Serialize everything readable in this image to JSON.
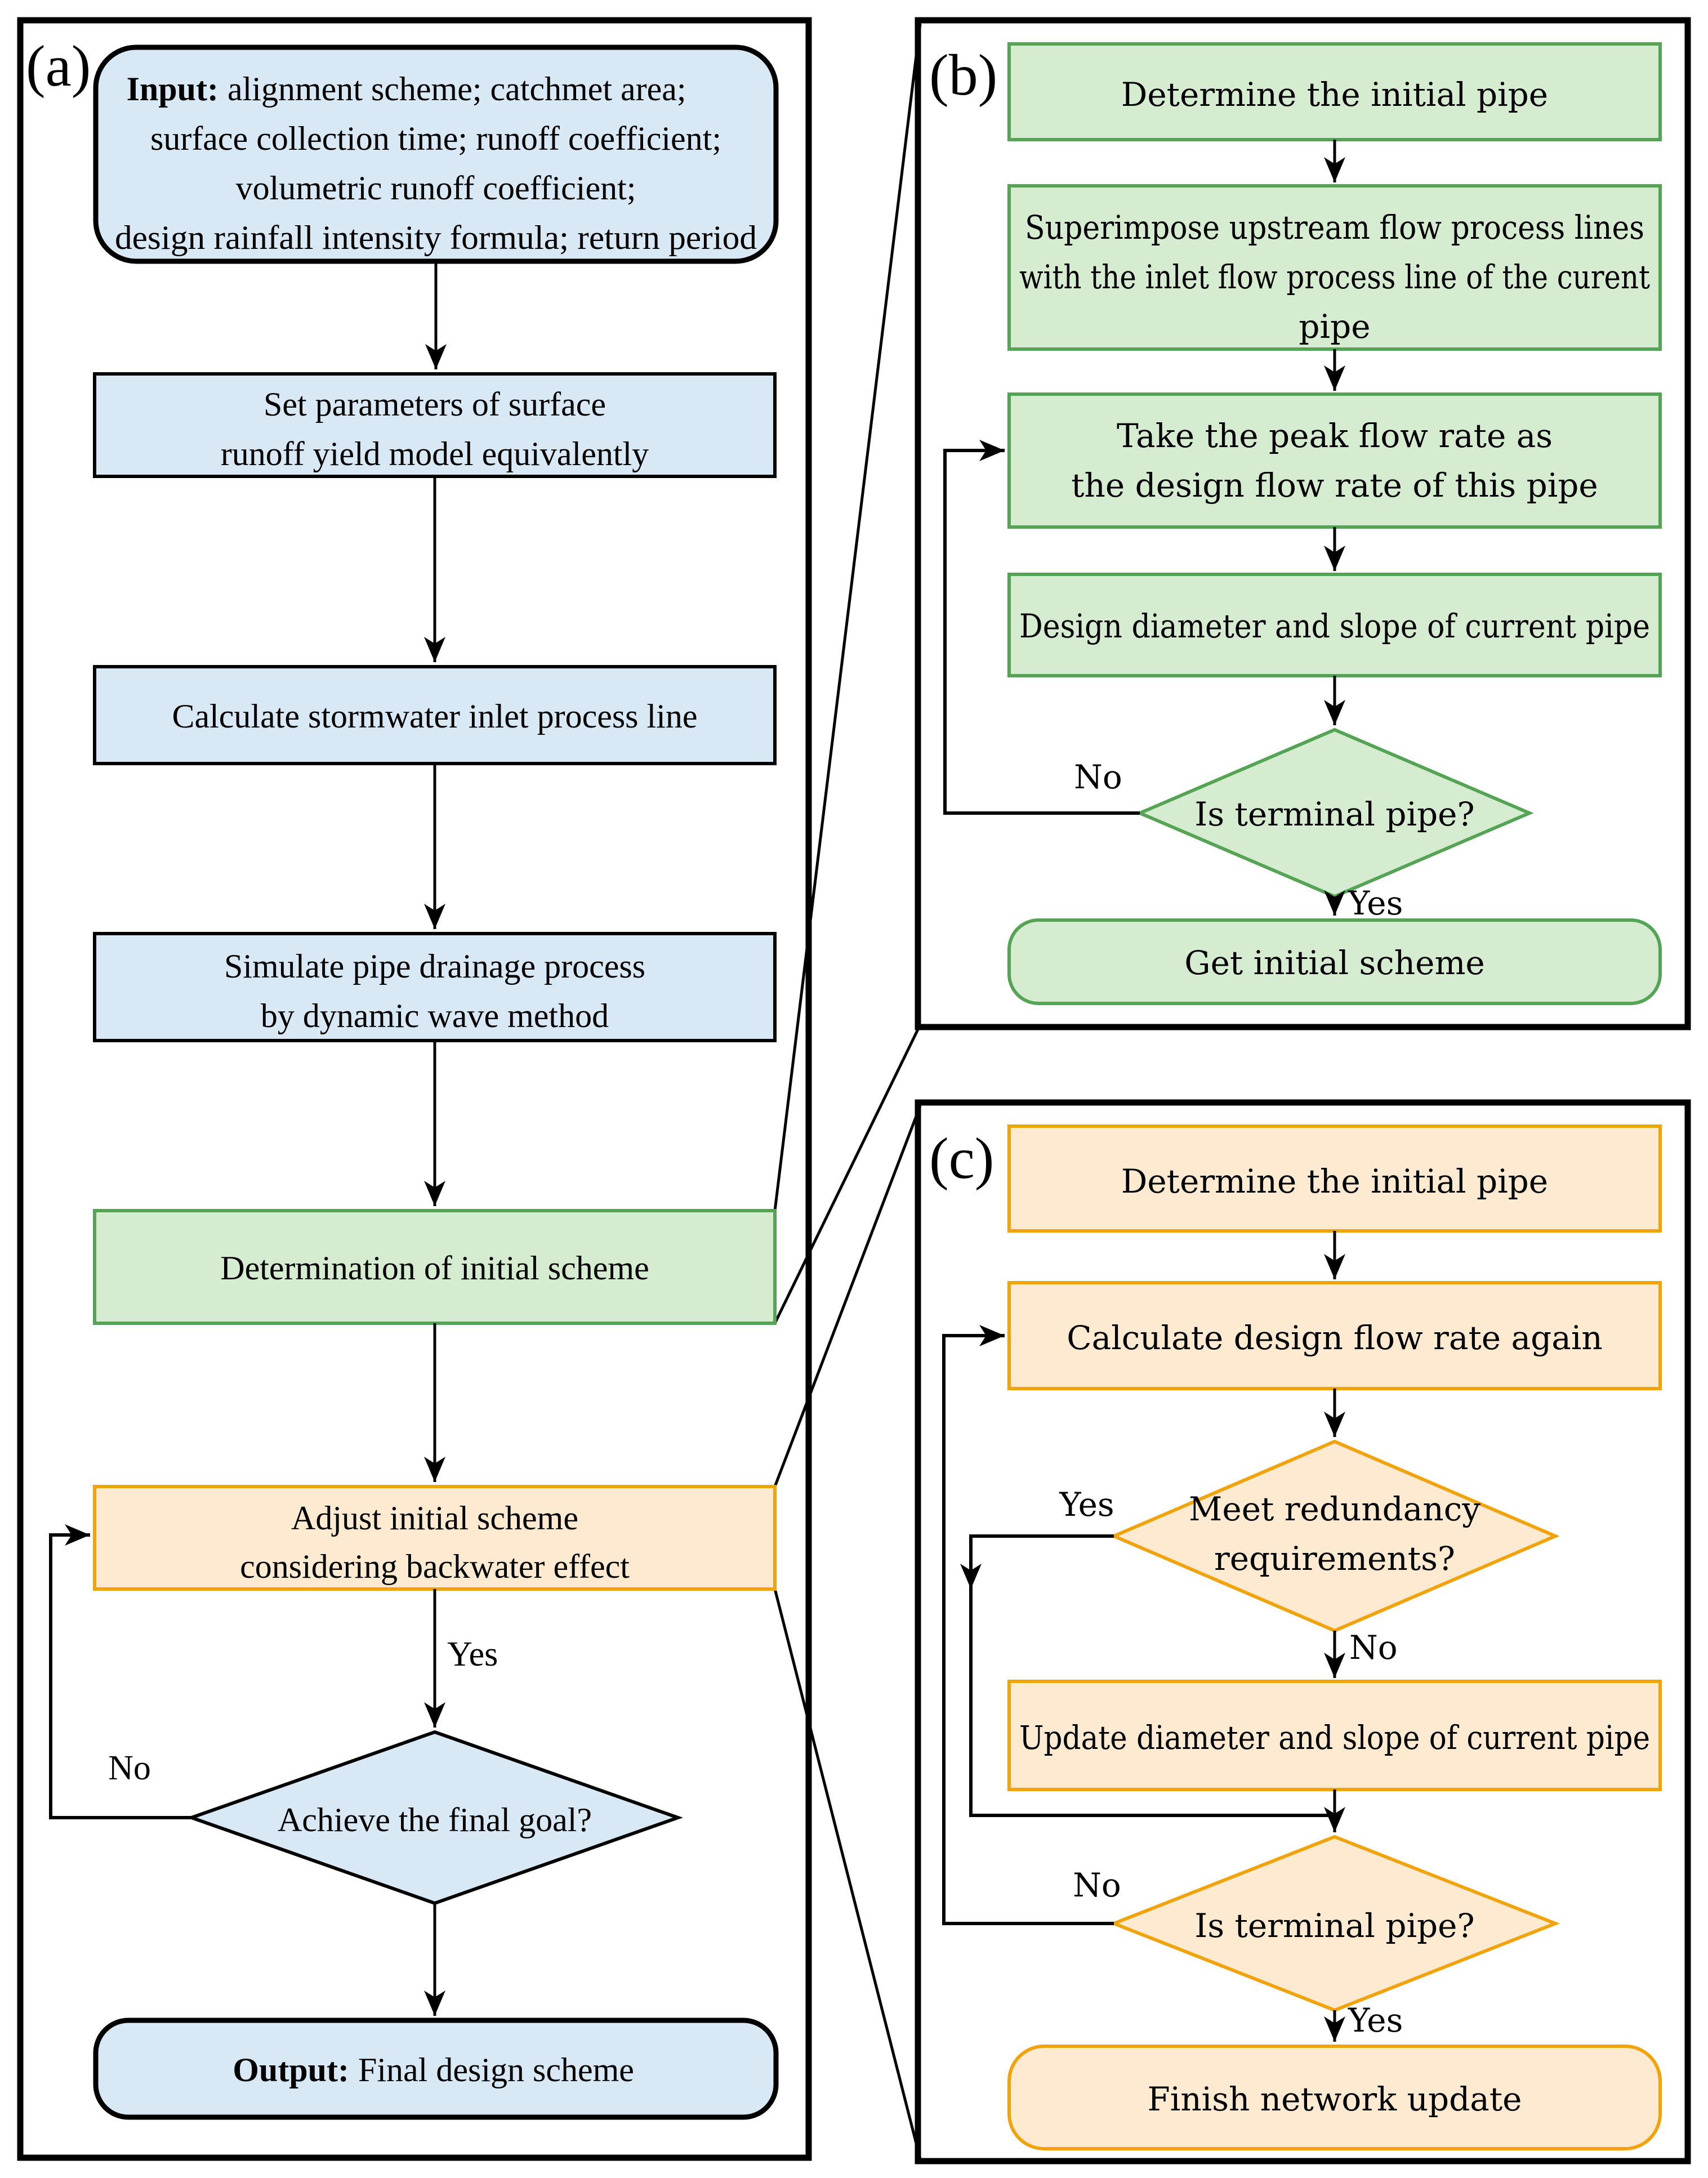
{
  "colors": {
    "box_blue_fill": "#d9e8f5",
    "box_blue_border": "#000000",
    "box_green_fill": "#d6ecd1",
    "box_green_border": "#55a455",
    "box_orange_fill": "#fdead0",
    "box_orange_border": "#f0a30a",
    "panel_border": "#000000",
    "connector": "#000000"
  },
  "panel_a": {
    "label": "(a)",
    "input_bold": "Input:",
    "input_l1_rest": "alignment scheme; catchmet area;",
    "input_l2": "surface collection time; runoff coefficient;",
    "input_l3": "volumetric runoff coefficient;",
    "input_l4": "design rainfall intensity formula; return period",
    "step_params_l1": "Set parameters of surface",
    "step_params_l2": "runoff yield model equivalently",
    "step_inlet": "Calculate stormwater inlet process line",
    "step_simulate_l1": "Simulate pipe drainage process",
    "step_simulate_l2": "by dynamic wave method",
    "step_initial_scheme": "Determination of initial scheme",
    "step_adjust_l1": "Adjust initial scheme",
    "step_adjust_l2": "considering backwater effect",
    "decision_goal": "Achieve the final goal?",
    "label_yes": "Yes",
    "label_no": "No",
    "output_bold": "Output:",
    "output_rest": "Final  design scheme"
  },
  "panel_b": {
    "label": "(b)",
    "step_determine": "Determine the initial pipe",
    "step_superimpose_l1": "Superimpose upstream flow process lines",
    "step_superimpose_l2": "with the inlet flow process line of the curent",
    "step_superimpose_l3": "pipe",
    "step_peak_l1": "Take the peak flow rate as",
    "step_peak_l2": "the design flow rate of this pipe",
    "step_design": "Design diameter and slope of current pipe",
    "decision_terminal": "Is terminal pipe?",
    "label_yes": "Yes",
    "label_no": "No",
    "end": "Get initial scheme"
  },
  "panel_c": {
    "label": "(c)",
    "step_determine": "Determine the initial pipe",
    "step_calculate": "Calculate design flow rate again",
    "decision_redundancy_l1": "Meet redundancy",
    "decision_redundancy_l2": "requirements?",
    "label_yes1": "Yes",
    "label_no1": "No",
    "step_update": "Update diameter and slope of current pipe",
    "decision_terminal": "Is terminal pipe?",
    "label_no2": "No",
    "label_yes2": "Yes",
    "end": "Finish network update"
  }
}
